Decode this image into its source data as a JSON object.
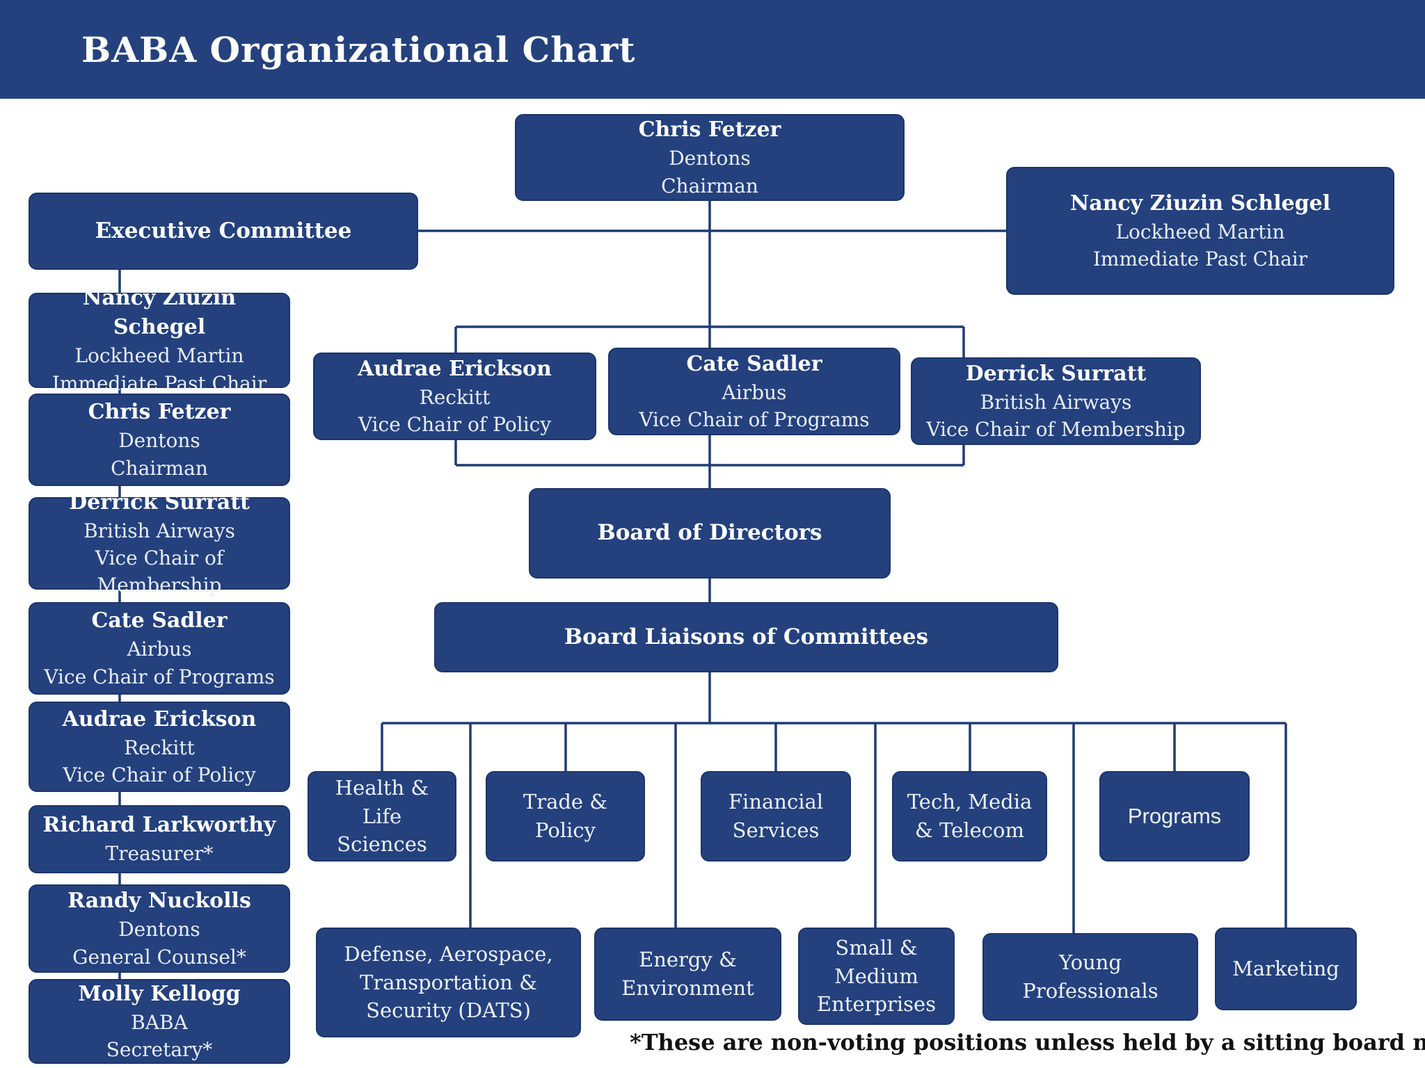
{
  "header": {
    "title": "BABA Organizational Chart"
  },
  "colors": {
    "navy_box": "#24417e",
    "line": "#1f3c74",
    "header_bar": "#24417e",
    "text_light": "#e9eef7",
    "footnote_text": "#111111"
  },
  "top": {
    "chairman": {
      "name": "Chris Fetzer",
      "lines": [
        "Dentons",
        "Chairman"
      ]
    },
    "immediate_past_chair": {
      "name": "Nancy Ziuzin Schlegel",
      "lines": [
        "Lockheed Martin",
        "Immediate Past Chair"
      ]
    }
  },
  "executive_committee": {
    "label": "Executive Committee",
    "members": [
      {
        "name": "Nancy Ziuzin Schegel",
        "lines": [
          "Lockheed Martin",
          "Immediate Past Chair"
        ]
      },
      {
        "name": "Chris Fetzer",
        "lines": [
          "Dentons",
          "Chairman"
        ]
      },
      {
        "name": "Derrick Surratt",
        "lines": [
          "British Airways",
          "Vice Chair of Membership"
        ]
      },
      {
        "name": "Cate Sadler",
        "lines": [
          "Airbus",
          "Vice Chair of Programs"
        ]
      },
      {
        "name": "Audrae Erickson",
        "lines": [
          "Reckitt",
          "Vice Chair of Policy"
        ]
      },
      {
        "name": "Richard Larkworthy",
        "lines": [
          "Treasurer*"
        ]
      },
      {
        "name": "Randy Nuckolls",
        "lines": [
          "Dentons",
          "General Counsel*"
        ]
      },
      {
        "name": "Molly Kellogg",
        "lines": [
          "BABA",
          "Secretary*"
        ]
      }
    ]
  },
  "vice_chairs": [
    {
      "name": "Audrae Erickson",
      "lines": [
        "Reckitt",
        "Vice Chair of Policy"
      ]
    },
    {
      "name": "Cate Sadler",
      "lines": [
        "Airbus",
        "Vice Chair of Programs"
      ]
    },
    {
      "name": "Derrick Surratt",
      "lines": [
        "British Airways",
        "Vice Chair of Membership"
      ]
    }
  ],
  "board": {
    "directors_label": "Board of Directors",
    "liaisons_label": "Board Liaisons of Committees"
  },
  "committees": {
    "row1": [
      {
        "label": "Health & Life\nSciences"
      },
      {
        "label": "Trade &\nPolicy"
      },
      {
        "label": "Financial\nServices"
      },
      {
        "label": "Tech,  Media\n& Telecom"
      },
      {
        "label": "Programs"
      }
    ],
    "row2": [
      {
        "label": "Defense, Aerospace,\nTransportation &\nSecurity (DATS)"
      },
      {
        "label": "Energy &\nEnvironment"
      },
      {
        "label": "Small &\nMedium\nEnterprises"
      },
      {
        "label": "Young\nProfessionals"
      },
      {
        "label": "Marketing"
      }
    ]
  },
  "footnote": "*These are non-voting positions unless held by a sitting board member"
}
